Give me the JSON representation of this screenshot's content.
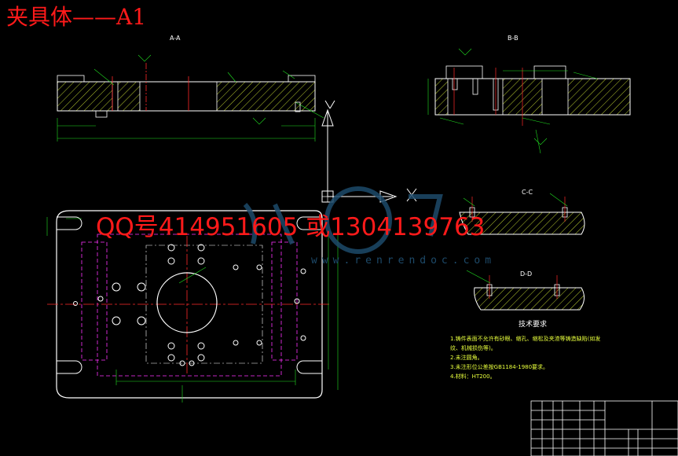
{
  "drawing": {
    "title": "夹具体——A1",
    "contact": "QQ号414951605 或1304139763",
    "watermark_url": "www.renrendoc.com",
    "sections": {
      "aa": "A-A",
      "bb": "B-B",
      "cc": "C-C",
      "dd": "D-D"
    },
    "tech_requirements": {
      "title": "技术要求",
      "notes": [
        "1.铸件表面不允许有砂眼、缩孔、缩松及夹渣等铸造缺陷(如发",
        "纹、机械损伤等)。",
        "2.未注圆角。",
        "3.未注形位公差按GB1184-1980要求。",
        "4.材料：HT200。"
      ]
    }
  },
  "colors": {
    "background": "#000000",
    "outline": "#ffffff",
    "hatch": "#e8ff3c",
    "dimension": "#21e021",
    "center_line": "#ff2a2a",
    "hidden_line": "#ff33ff",
    "watermark": "#1d4a6a"
  }
}
